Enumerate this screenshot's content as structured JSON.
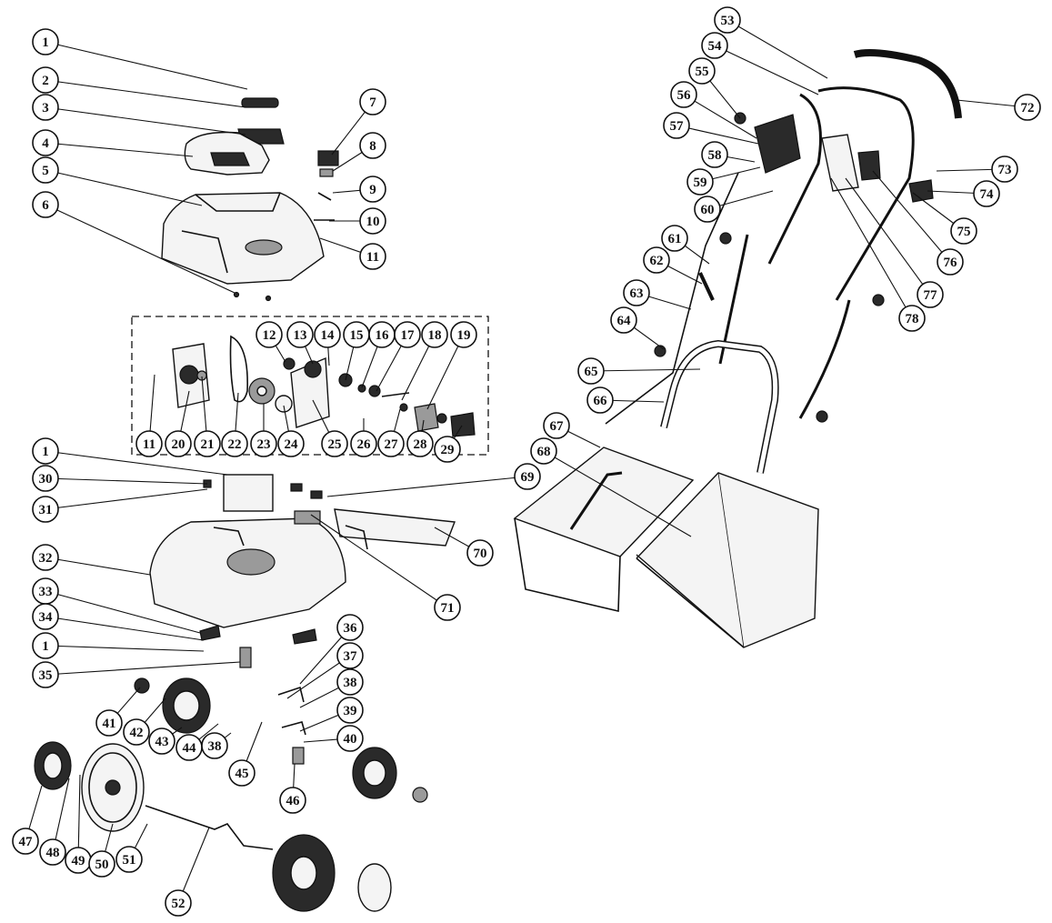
{
  "diagram": {
    "type": "exploded-parts-view",
    "callouts": [
      {
        "label": "1"
      },
      {
        "label": "2"
      },
      {
        "label": "3"
      },
      {
        "label": "4"
      },
      {
        "label": "5"
      },
      {
        "label": "6"
      },
      {
        "label": "7"
      },
      {
        "label": "8"
      },
      {
        "label": "9"
      },
      {
        "label": "10"
      },
      {
        "label": "11"
      },
      {
        "label": "12"
      },
      {
        "label": "13"
      },
      {
        "label": "14"
      },
      {
        "label": "15"
      },
      {
        "label": "16"
      },
      {
        "label": "17"
      },
      {
        "label": "18"
      },
      {
        "label": "19"
      },
      {
        "label": "11"
      },
      {
        "label": "20"
      },
      {
        "label": "21"
      },
      {
        "label": "22"
      },
      {
        "label": "23"
      },
      {
        "label": "24"
      },
      {
        "label": "25"
      },
      {
        "label": "26"
      },
      {
        "label": "27"
      },
      {
        "label": "28"
      },
      {
        "label": "29"
      },
      {
        "label": "1"
      },
      {
        "label": "30"
      },
      {
        "label": "31"
      },
      {
        "label": "32"
      },
      {
        "label": "33"
      },
      {
        "label": "34"
      },
      {
        "label": "1"
      },
      {
        "label": "35"
      },
      {
        "label": "36"
      },
      {
        "label": "37"
      },
      {
        "label": "38"
      },
      {
        "label": "39"
      },
      {
        "label": "40"
      },
      {
        "label": "41"
      },
      {
        "label": "42"
      },
      {
        "label": "43"
      },
      {
        "label": "44"
      },
      {
        "label": "38"
      },
      {
        "label": "45"
      },
      {
        "label": "46"
      },
      {
        "label": "47"
      },
      {
        "label": "48"
      },
      {
        "label": "49"
      },
      {
        "label": "50"
      },
      {
        "label": "51"
      },
      {
        "label": "52"
      },
      {
        "label": "53"
      },
      {
        "label": "54"
      },
      {
        "label": "55"
      },
      {
        "label": "56"
      },
      {
        "label": "57"
      },
      {
        "label": "58"
      },
      {
        "label": "59"
      },
      {
        "label": "60"
      },
      {
        "label": "61"
      },
      {
        "label": "62"
      },
      {
        "label": "63"
      },
      {
        "label": "64"
      },
      {
        "label": "65"
      },
      {
        "label": "66"
      },
      {
        "label": "67"
      },
      {
        "label": "68"
      },
      {
        "label": "69"
      },
      {
        "label": "70"
      },
      {
        "label": "71"
      },
      {
        "label": "72"
      },
      {
        "label": "73"
      },
      {
        "label": "74"
      },
      {
        "label": "75"
      },
      {
        "label": "76"
      },
      {
        "label": "77"
      },
      {
        "label": "78"
      }
    ]
  }
}
